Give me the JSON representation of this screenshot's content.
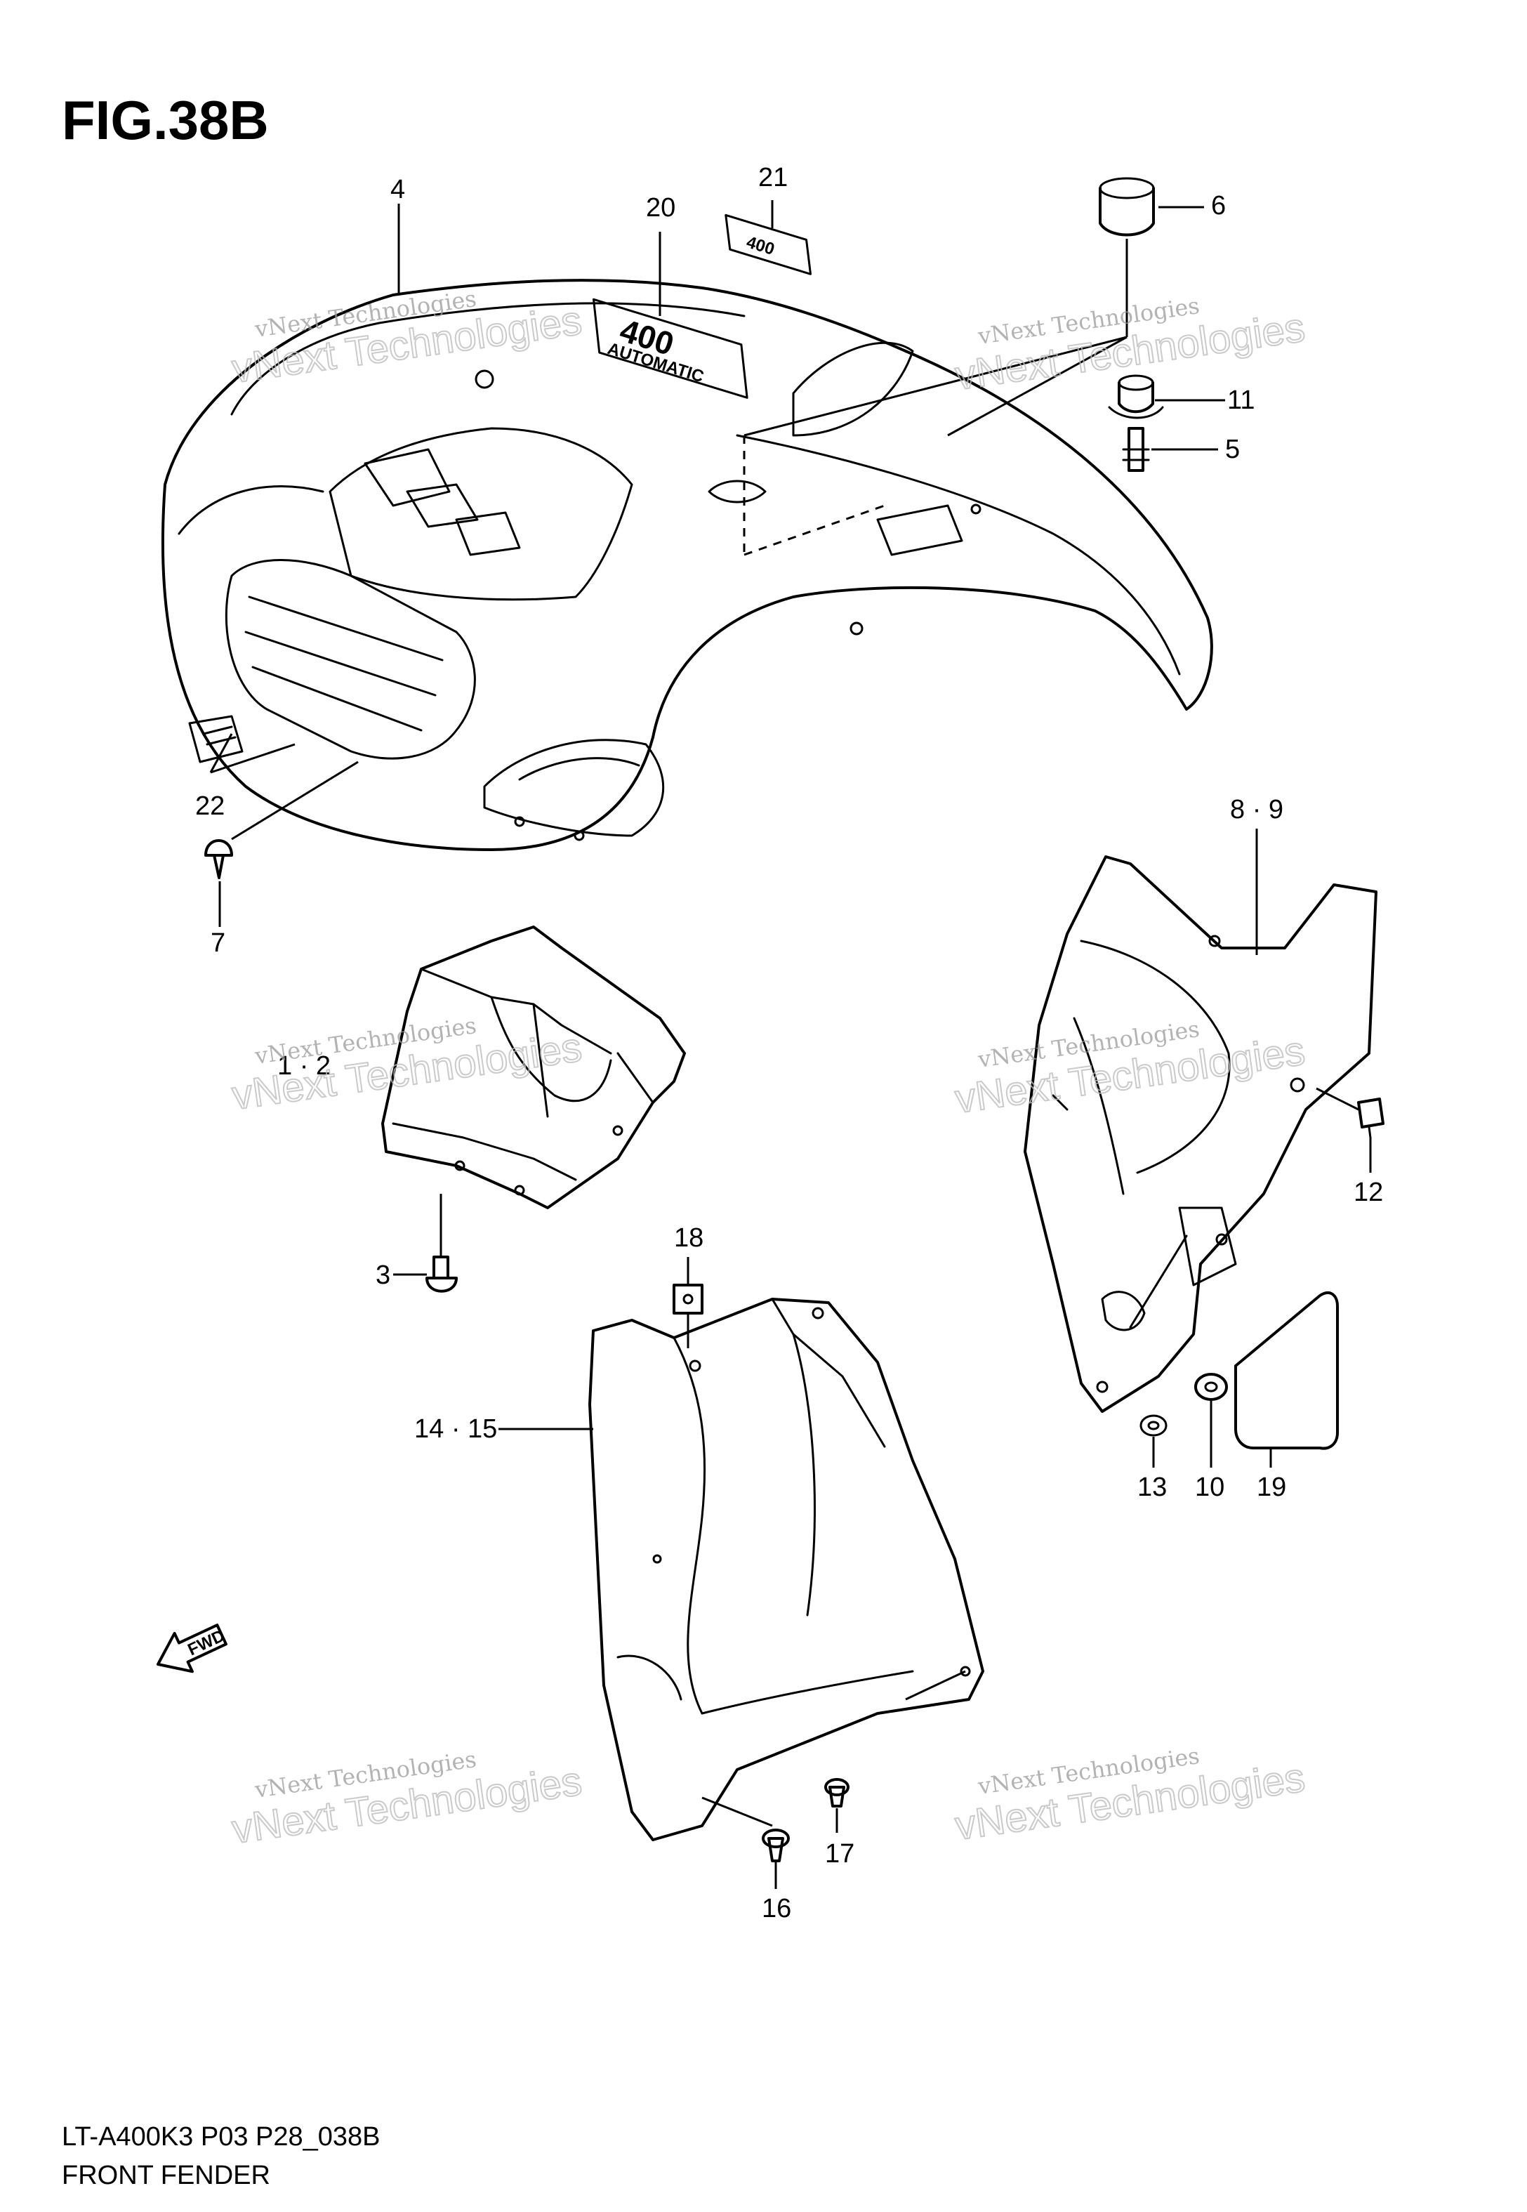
{
  "figure": {
    "title": "FIG.38B",
    "model_code": "LT-A400K3 P03 P28_038B",
    "section_name": "FRONT FENDER"
  },
  "decals": {
    "large_number": "400",
    "large_word": "AUTOMATIC",
    "small_number": "400",
    "direction_arrow": "FWD"
  },
  "watermark": {
    "line1": "vNext Technologies",
    "line2": "vNext Technologies"
  },
  "callouts": [
    "1 · 2",
    "3",
    "4",
    "5",
    "6",
    "7",
    "8 · 9",
    "10",
    "11",
    "12",
    "13",
    "14 · 15",
    "16",
    "17",
    "18",
    "19",
    "20",
    "21",
    "22"
  ]
}
